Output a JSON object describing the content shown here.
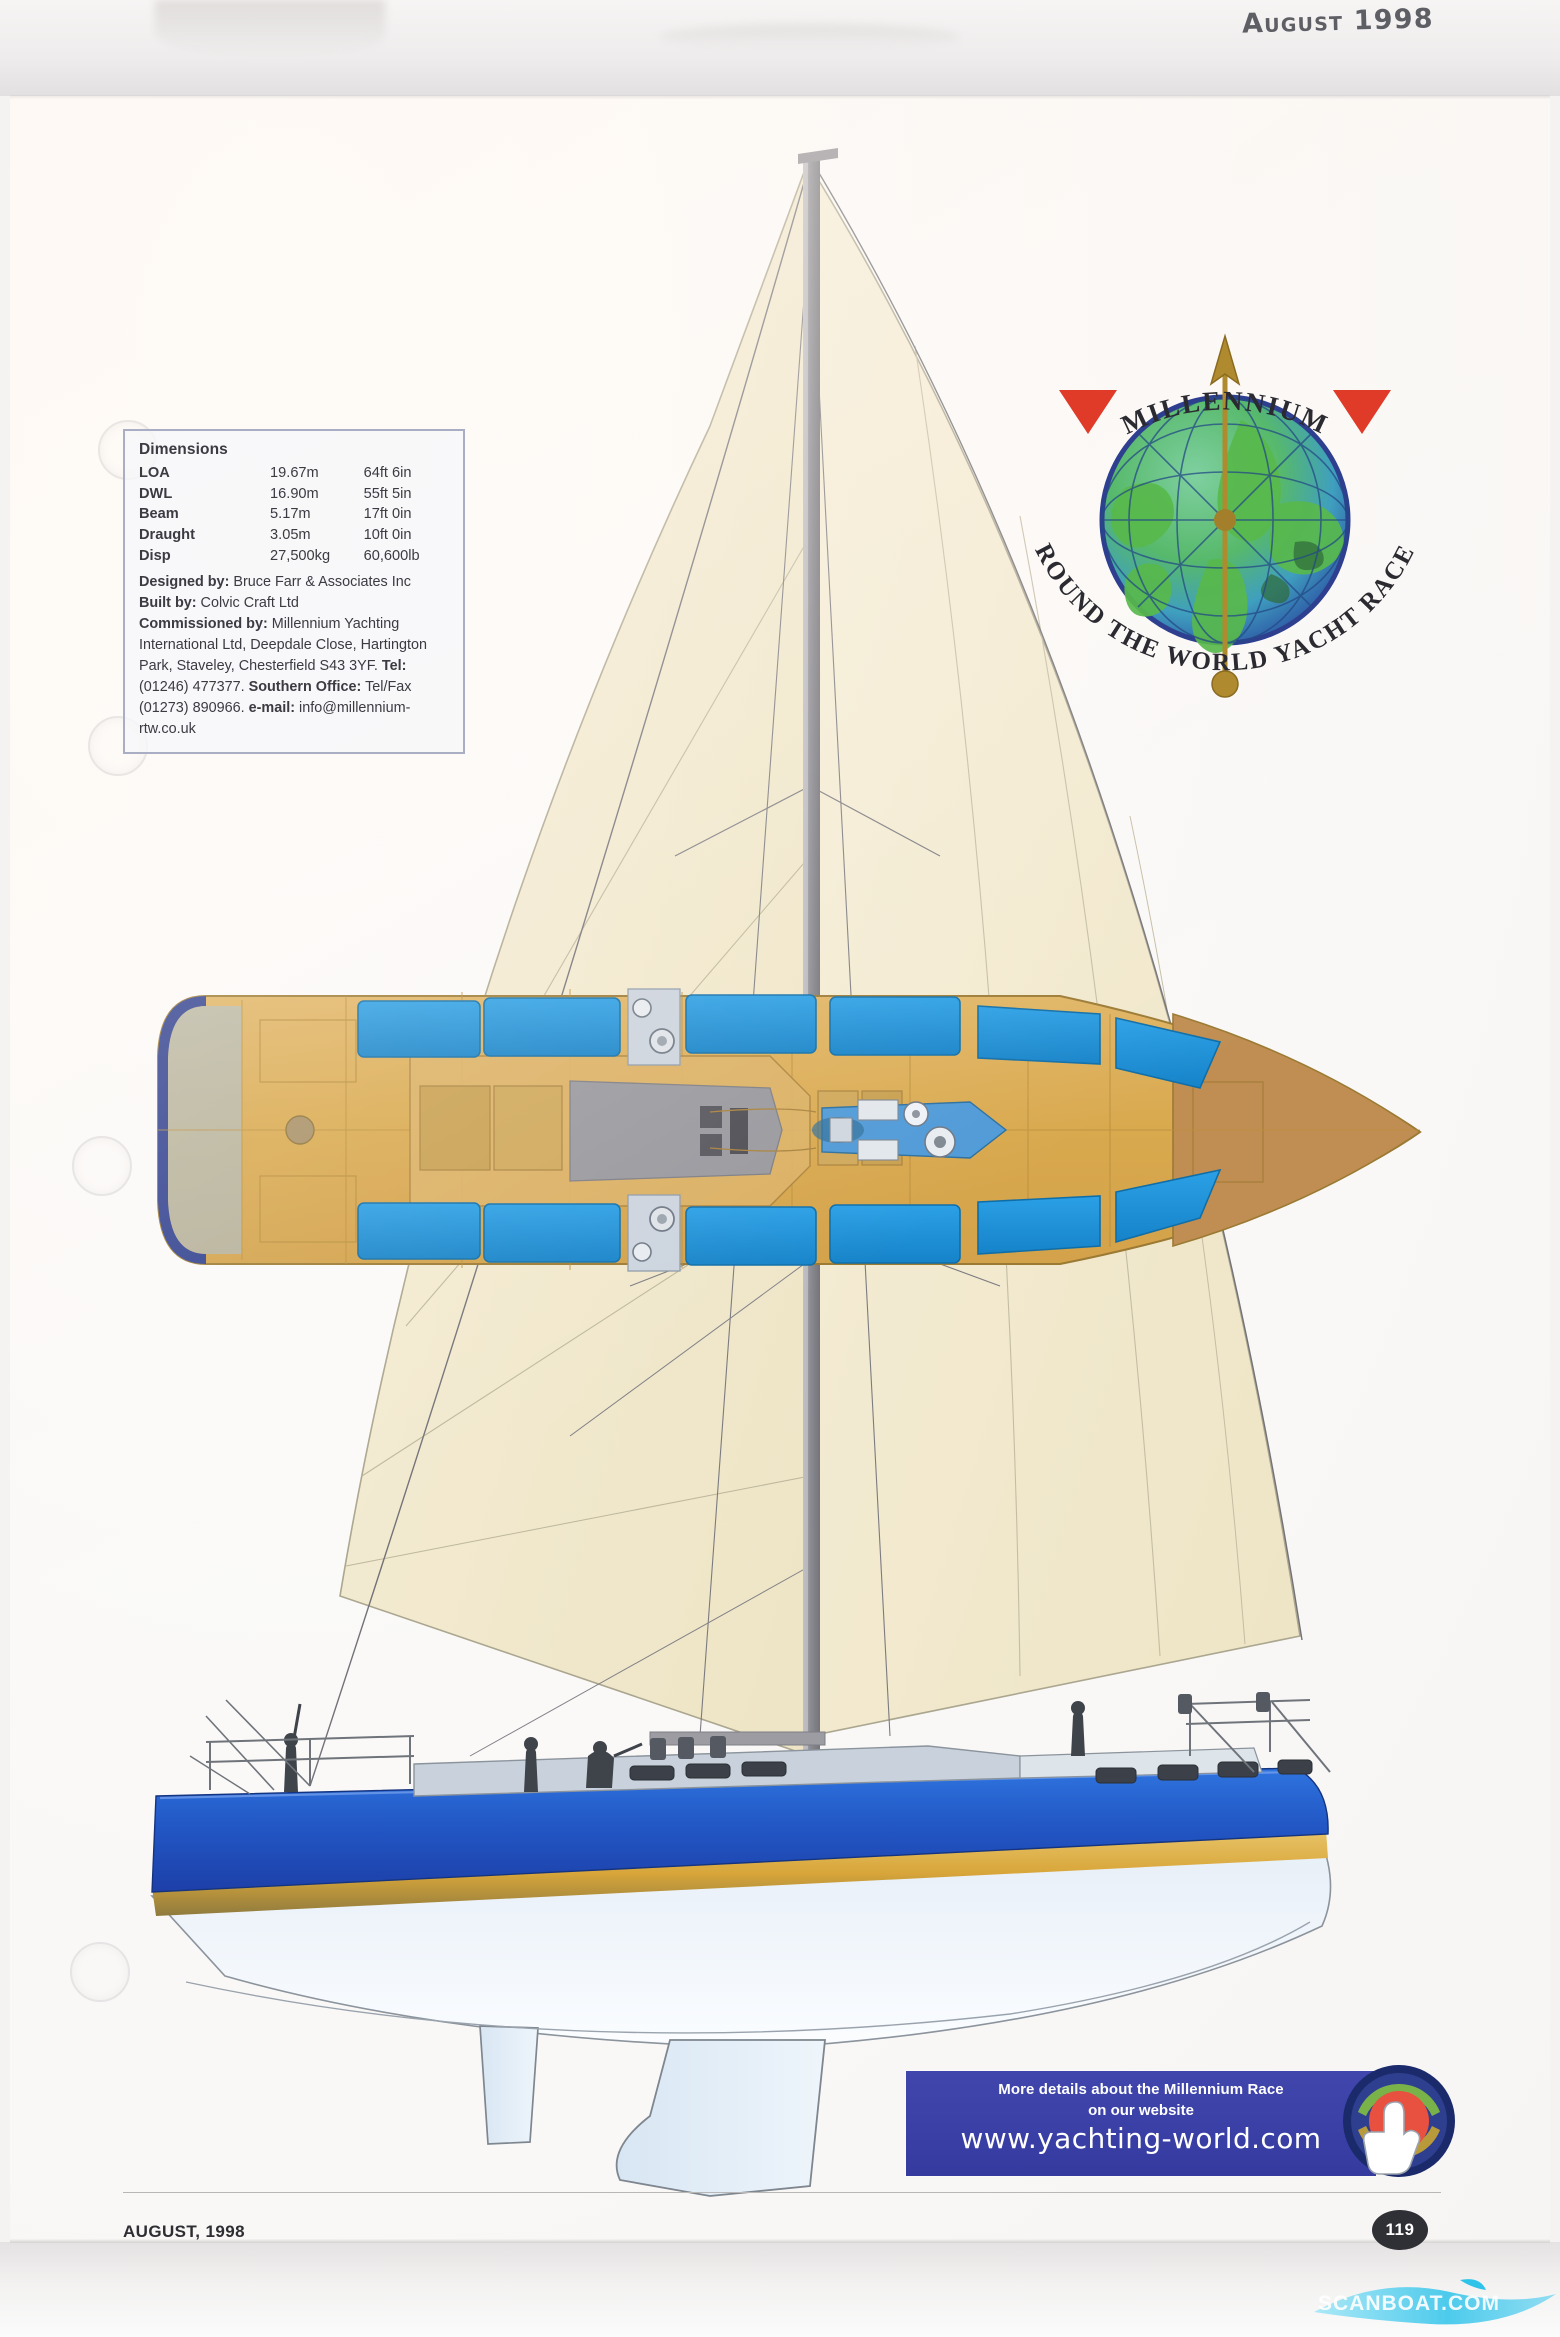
{
  "annotation": {
    "handwritten_date": "August 1998"
  },
  "spec_box": {
    "heading": "Dimensions",
    "rows": [
      {
        "key": "LOA",
        "metric": "19.67m",
        "imperial": "64ft 6in"
      },
      {
        "key": "DWL",
        "metric": "16.90m",
        "imperial": "55ft 5in"
      },
      {
        "key": "Beam",
        "metric": "5.17m",
        "imperial": "17ft 0in"
      },
      {
        "key": "Draught",
        "metric": "3.05m",
        "imperial": "10ft 0in"
      },
      {
        "key": "Disp",
        "metric": "27,500kg",
        "imperial": "60,600lb"
      }
    ],
    "notes": [
      {
        "label": "Designed by:",
        "text": " Bruce Farr & Associates Inc"
      },
      {
        "label": "Built by:",
        "text": " Colvic Craft Ltd"
      },
      {
        "label": "Commissioned by:",
        "text": " Millennium Yachting International Ltd, Deepdale Close, Hartington Park, Staveley, Chesterfield S43 3YF. "
      },
      {
        "label": "Tel:",
        "text": " (01246) 477377. "
      },
      {
        "label": "Southern Office:",
        "text": " Tel/Fax (01273) 890966. "
      },
      {
        "label": "e-mail:",
        "text": " info@millennium-rtw.co.uk"
      }
    ]
  },
  "roundel": {
    "top_text": "MILLENNIUM",
    "bottom_text": "ROUND THE WORLD YACHT RACE",
    "globe_ocean_color": "#4a8fbe",
    "globe_land_color": "#63b84a",
    "globe_rim_color": "#2e3f8f",
    "needle_color": "#b08a2e",
    "flag_color": "#e03a28"
  },
  "web_banner": {
    "line1": "More details about the Millennium Race",
    "line2": "on our website",
    "line3": "www.yachting-world.com",
    "background_color": "#3a40a6"
  },
  "footer": {
    "date": "AUGUST, 1998",
    "page_number": "119"
  },
  "watermark": {
    "text": "SCANBOAT.COM"
  },
  "drawing": {
    "title": "Millennium 64 deck plan and sail plan",
    "deck_color": "#d9ab55",
    "deck_light_color": "#e3bb6e",
    "bow_color": "#c39255",
    "panel_blue": "#1e92da",
    "transom_navy": "#2e3f8f",
    "sail_color": "#f2ead0",
    "hull_blue": "#1f5fc4",
    "boot_stripe": "#d8a63a",
    "underbody": "#e8f0f8",
    "mast_color": "#8d8d93",
    "rigging_color": "#6b6b70",
    "views": [
      "deck plan (top)",
      "sail plan",
      "profile / hull side view"
    ]
  }
}
